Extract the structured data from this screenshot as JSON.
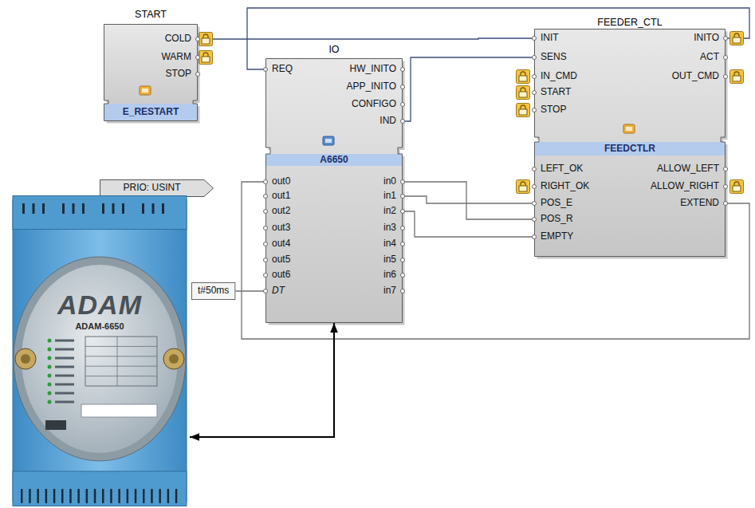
{
  "diagram": {
    "nodes": [
      {
        "text": [
          "START",
          "COLD",
          "WARM",
          "STOP",
          "E_RESTART"
        ]
      },
      {
        "text": [
          "IO",
          "REQ",
          "HW_INITO",
          "APP_INITO",
          "CONFIGO",
          "IND",
          "A6650",
          "out0",
          "out1",
          "out2",
          "out3",
          "out4",
          "out5",
          "out6",
          "DT",
          "in0",
          "in1",
          "in2",
          "in3",
          "in4",
          "in5",
          "in6",
          "in7"
        ]
      },
      {
        "text": [
          "FEEDER_CTL",
          "INIT",
          "SENS",
          "IN_CMD",
          "START",
          "STOP",
          "INITO",
          "ACT",
          "OUT_CMD",
          "FEEDCTLR",
          "LEFT_OK",
          "RIGHT_OK",
          "POS_E",
          "POS_R",
          "EMPTY",
          "ALLOW_LEFT",
          "ALLOW_RIGHT",
          "EXTEND"
        ]
      },
      {
        "text": [
          "PRIO: USINT"
        ]
      },
      {
        "text": [
          "t#50ms"
        ]
      },
      {
        "text": [
          "ADAM",
          "ADAM-6650"
        ]
      }
    ],
    "edges": [
      {
        "from": 0,
        "to": 2,
        "arrow": "none"
      },
      {
        "from": 2,
        "to": 1,
        "arrow": "none"
      },
      {
        "from": 1,
        "to": 2,
        "arrow": "none"
      },
      {
        "from": 1,
        "to": 2,
        "arrow": "none"
      },
      {
        "from": 1,
        "to": 2,
        "arrow": "none"
      },
      {
        "from": 1,
        "to": 2,
        "arrow": "none"
      },
      {
        "from": 2,
        "to": 1,
        "arrow": "none"
      },
      {
        "from": 4,
        "to": 1,
        "arrow": "none"
      },
      {
        "from": 1,
        "to": 5,
        "arrow": "both"
      }
    ]
  }
}
